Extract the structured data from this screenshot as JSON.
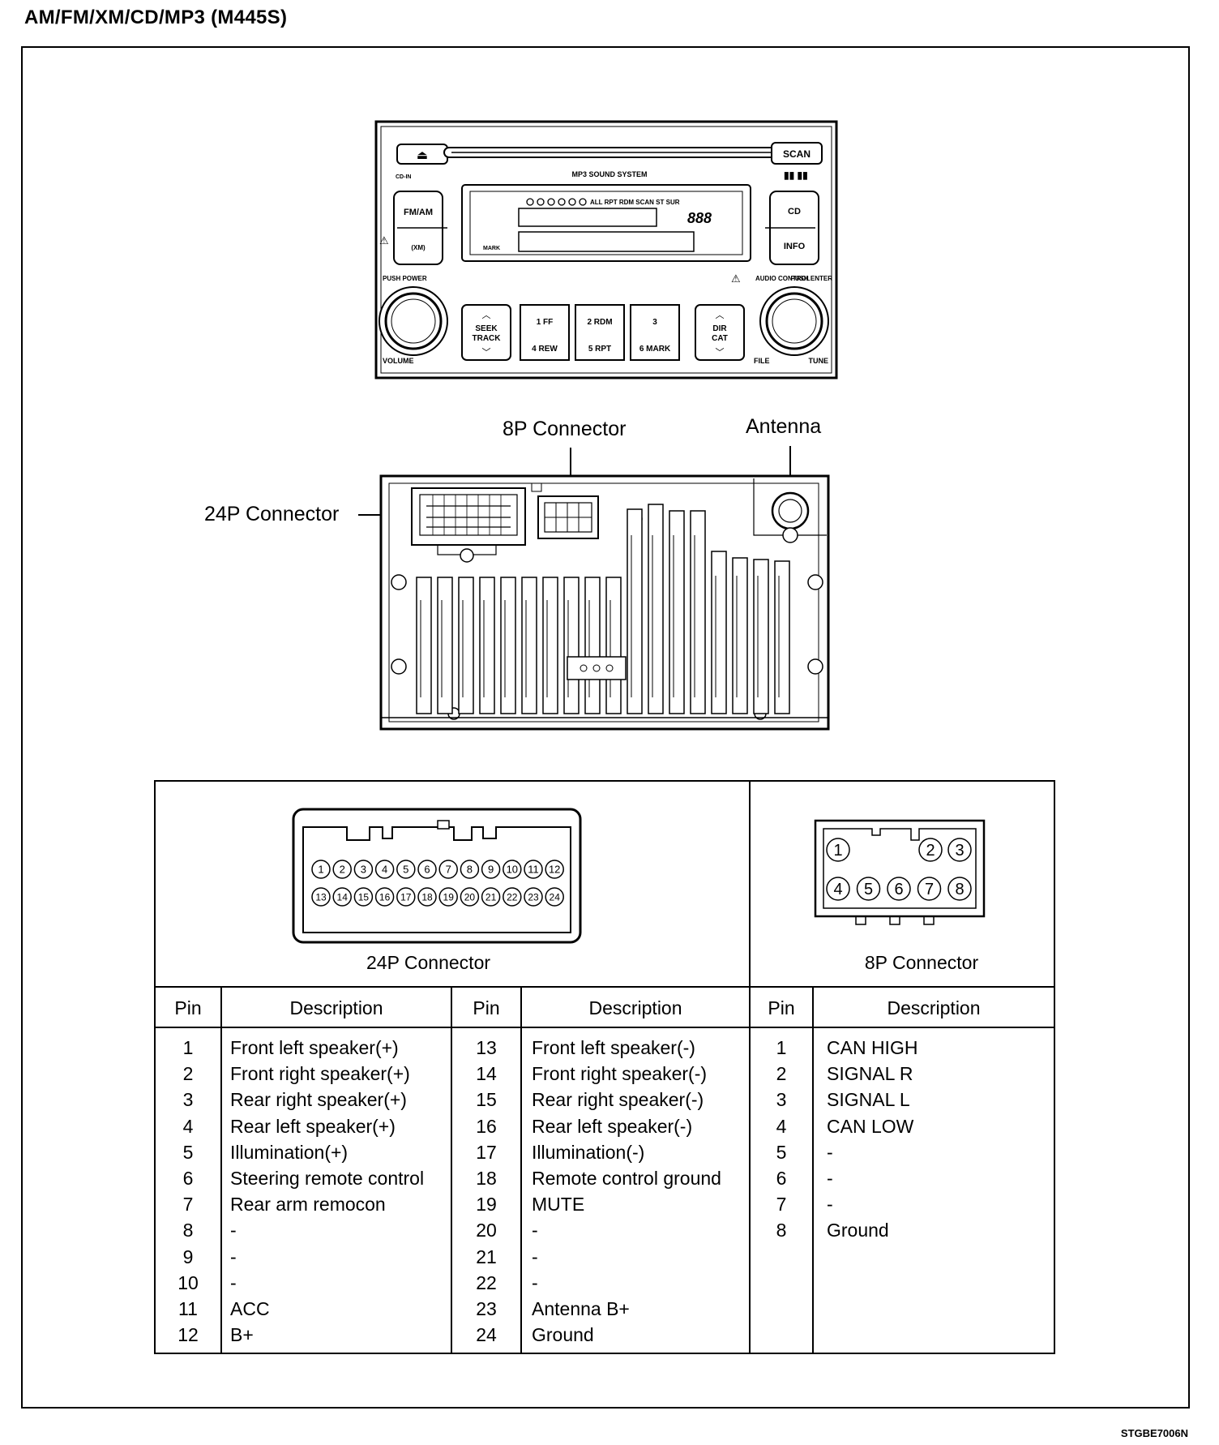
{
  "title": "AM/FM/XM/CD/MP3  (M445S)",
  "image_code": "STGBE7006N",
  "front_panel": {
    "eject_symbol": "⏏",
    "scan": "SCAN",
    "brand_text": "MP3 SOUND SYSTEM",
    "cd_indicator": "CD-IN",
    "fm_am": "FM/AM",
    "xm": "(XM)",
    "display_indicators": "ALL RPT RDM SCAN ST SUR",
    "display_digits": "888",
    "mark_label": "MARK",
    "cd_button": "CD",
    "info_button": "INFO",
    "power_label": "PUSH POWER",
    "volume_label": "VOLUME",
    "audio_control": "AUDIO CONTROL",
    "push_enter": "PUSH ENTER",
    "file_label": "FILE",
    "tune_label": "TUNE",
    "seek_track": [
      "SEEK",
      "TRACK"
    ],
    "preset_top": [
      "1 FF",
      "2 RDM",
      "3"
    ],
    "preset_bottom": [
      "4 REW",
      "5 RPT",
      "6 MARK"
    ],
    "dir_cat": [
      "DIR",
      "CAT"
    ]
  },
  "rear_labels": {
    "p8": "8P Connector",
    "antenna": "Antenna",
    "p24": "24P Connector"
  },
  "connector24": {
    "caption": "24P Connector",
    "row1": [
      "1",
      "2",
      "3",
      "4",
      "5",
      "6",
      "7",
      "8",
      "9",
      "10",
      "11",
      "12"
    ],
    "row2": [
      "13",
      "14",
      "15",
      "16",
      "17",
      "18",
      "19",
      "20",
      "21",
      "22",
      "23",
      "24"
    ]
  },
  "connector8": {
    "caption": "8P Connector",
    "row1": [
      "1",
      "2",
      "3"
    ],
    "row2": [
      "4",
      "5",
      "6",
      "7",
      "8"
    ]
  },
  "table": {
    "headers": {
      "pin": "Pin",
      "description": "Description"
    },
    "col1_pins": [
      "1",
      "2",
      "3",
      "4",
      "5",
      "6",
      "7",
      "8",
      "9",
      "10",
      "11",
      "12"
    ],
    "col1_desc": [
      "Front left speaker(+)",
      "Front right speaker(+)",
      "Rear right speaker(+)",
      "Rear left speaker(+)",
      "Illumination(+)",
      "Steering remote control",
      "Rear arm remocon",
      "-",
      "-",
      "-",
      "ACC",
      "B+"
    ],
    "col2_pins": [
      "13",
      "14",
      "15",
      "16",
      "17",
      "18",
      "19",
      "20",
      "21",
      "22",
      "23",
      "24"
    ],
    "col2_desc": [
      "Front left speaker(-)",
      "Front right speaker(-)",
      "Rear right speaker(-)",
      "Rear left speaker(-)",
      "Illumination(-)",
      "Remote control ground",
      "MUTE",
      "-",
      "-",
      "-",
      "Antenna B+",
      "Ground"
    ],
    "col3_pins": [
      "1",
      "2",
      "3",
      "4",
      "5",
      "6",
      "7",
      "8"
    ],
    "col3_desc": [
      "CAN HIGH",
      "SIGNAL R",
      "SIGNAL L",
      "CAN LOW",
      "-",
      "-",
      "-",
      "Ground"
    ]
  }
}
